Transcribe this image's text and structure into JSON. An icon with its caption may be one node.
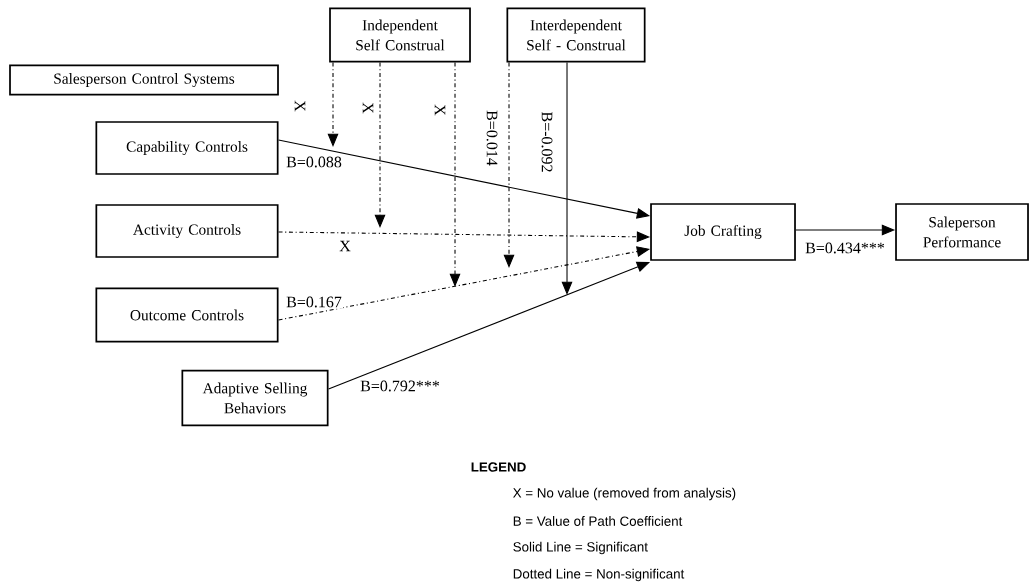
{
  "diagram": {
    "nodes": [
      {
        "text": [
          "Salesperson Control Systems"
        ]
      },
      {
        "text": [
          "Independent Self Construal"
        ]
      },
      {
        "text": [
          "Interdependent Self - Construal"
        ]
      },
      {
        "text": [
          "Capability Controls"
        ]
      },
      {
        "text": [
          "Activity Controls"
        ]
      },
      {
        "text": [
          "Outcome Controls"
        ]
      },
      {
        "text": [
          "Adaptive Selling Behaviors"
        ]
      },
      {
        "text": [
          "Job Crafting"
        ]
      },
      {
        "text": [
          "Saleperson Performance"
        ]
      }
    ],
    "edges": [
      {
        "from": 3,
        "to": 7,
        "arrow": "to",
        "label": "B=0.088"
      },
      {
        "from": 4,
        "to": 7,
        "arrow": "to",
        "label": "X",
        "style": "dashed"
      },
      {
        "from": 5,
        "to": 7,
        "arrow": "to",
        "label": "B=0.167",
        "style": "dashed"
      },
      {
        "from": 6,
        "to": 7,
        "arrow": "to",
        "label": "B=0.792***"
      },
      {
        "from": 7,
        "to": 8,
        "arrow": "to",
        "label": "B=0.434***"
      },
      {
        "from": 1,
        "to": null,
        "arrow": "to",
        "label": "X",
        "style": "dashed"
      },
      {
        "from": 1,
        "to": null,
        "arrow": "to",
        "label": "X",
        "style": "dashed"
      },
      {
        "from": 1,
        "to": null,
        "arrow": "to",
        "label": "X",
        "style": "dashed"
      },
      {
        "from": 2,
        "to": null,
        "arrow": "to",
        "label": "B=0.014",
        "style": "dashed"
      },
      {
        "from": 2,
        "to": null,
        "arrow": "to",
        "label": "B=-0.092"
      }
    ],
    "labels": [
      "LEGEND",
      "X = No value (removed from analysis)",
      "B = Value of Path Coefficient",
      "Solid Line = Significant",
      "Dotted Line = Non-significant"
    ]
  }
}
